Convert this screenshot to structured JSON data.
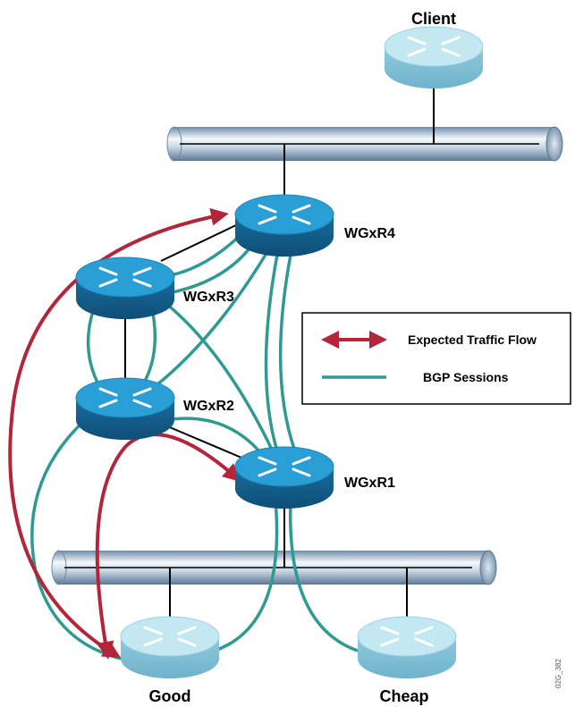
{
  "nodes": {
    "client": {
      "label": "Client"
    },
    "wgxr4": {
      "label": "WGxR4"
    },
    "wgxr3": {
      "label": "WGxR3"
    },
    "wgxr2": {
      "label": "WGxR2"
    },
    "wgxr1": {
      "label": "WGxR1"
    },
    "good": {
      "label": "Good"
    },
    "cheap": {
      "label": "Cheap"
    }
  },
  "legend": {
    "traffic_label": "Expected Traffic Flow",
    "bgp_label": "BGP Sessions"
  },
  "colors": {
    "traffic": "#b3263a",
    "bgp": "#2e9a92",
    "router_dark_top": "#2a9fd6",
    "router_light_top": "#c3e8f2",
    "link": "#000000"
  },
  "figure_code": "02G_382"
}
